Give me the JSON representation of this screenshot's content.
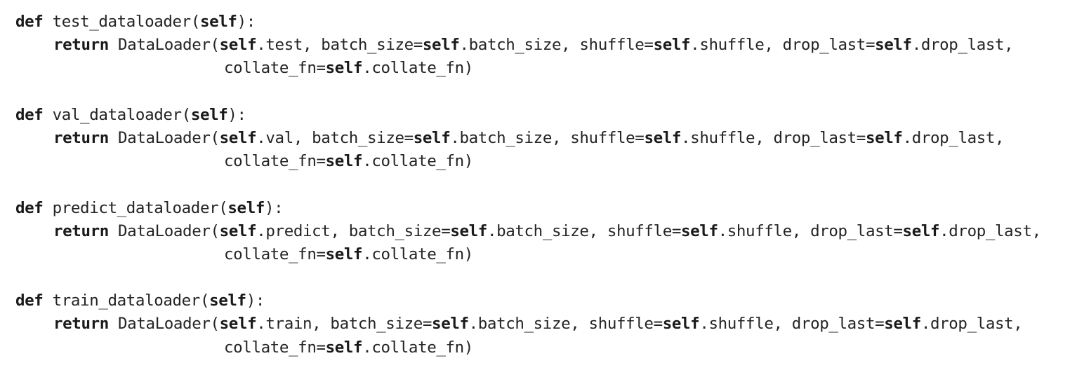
{
  "keywords": {
    "def": "def",
    "return": "return",
    "self": "self"
  },
  "functions": [
    {
      "name": "test_dataloader",
      "attr": "test"
    },
    {
      "name": "val_dataloader",
      "attr": "val"
    },
    {
      "name": "predict_dataloader",
      "attr": "predict"
    },
    {
      "name": "train_dataloader",
      "attr": "train"
    }
  ],
  "tokens": {
    "open_paren": "(",
    "close_colon": "):",
    "dataloader_call": " DataLoader(",
    "batch_size_eq": ", batch_size=",
    "dot_batch_size": ".batch_size",
    "shuffle_eq": ", shuffle=",
    "dot_shuffle": ".shuffle",
    "drop_last_eq": ", drop_last=",
    "dot_drop_last_comma": ".drop_last,",
    "collate_fn_eq": "collate_fn=",
    "dot_collate_fn_close": ".collate_fn)"
  }
}
